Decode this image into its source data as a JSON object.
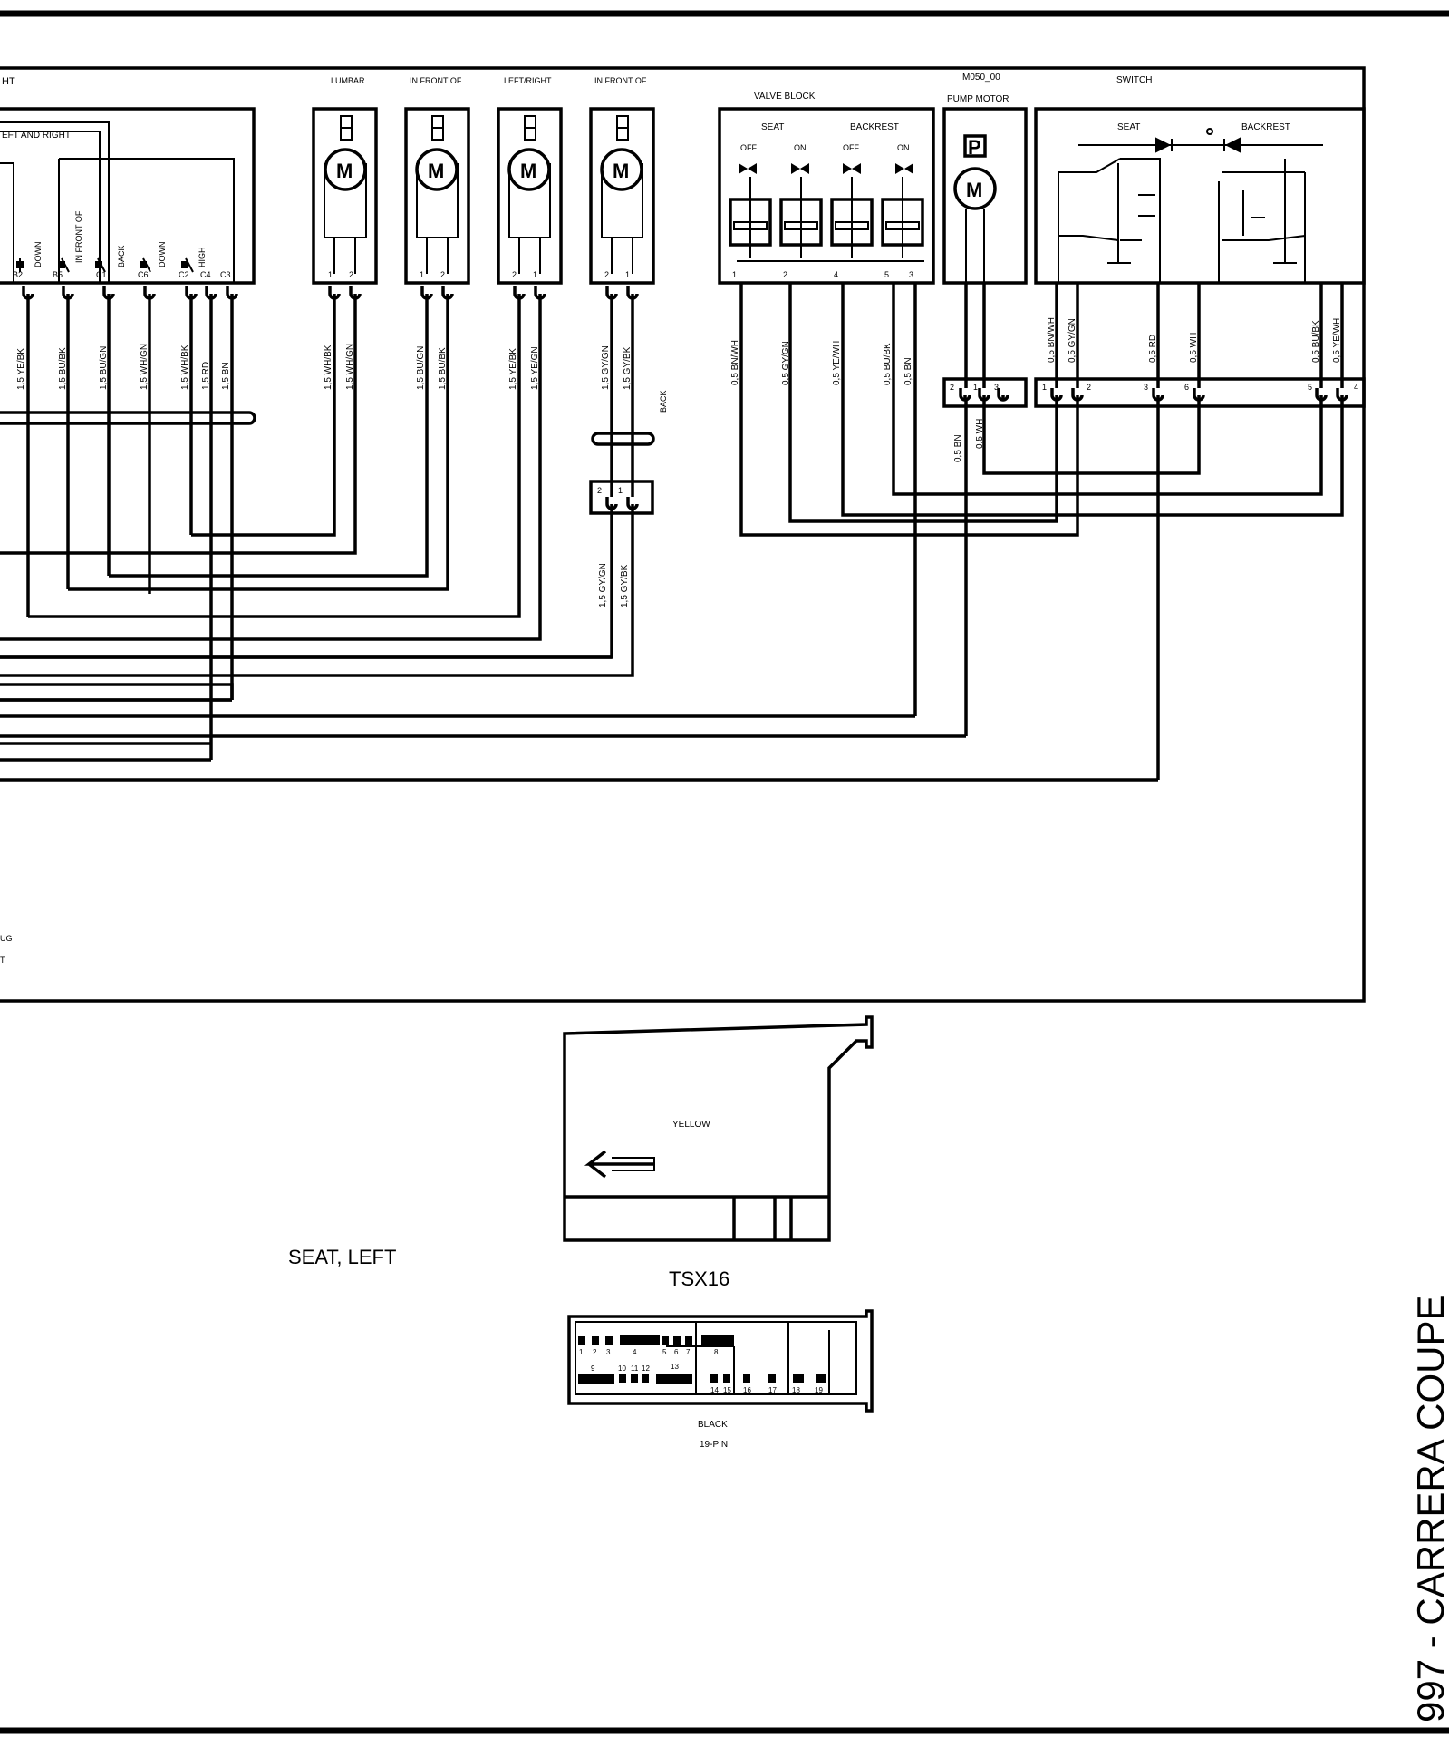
{
  "frame": {
    "top_left_label": "HT"
  },
  "module": {
    "left_and_right_label": "EFT AND RIGHT",
    "switch_labels": [
      "DOWN",
      "IN FRONT OF",
      "BACK",
      "DOWN",
      "HIGH"
    ],
    "pins": [
      "B2",
      "B5",
      "C1",
      "C6",
      "C2",
      "C4",
      "C3"
    ],
    "wires": [
      "1,5 YE/BK",
      "1,5 BU/BK",
      "1,5 BU/GN",
      "1,5 WH/GN",
      "1,5 WH/BK",
      "1,5 RD",
      "1,5 BN"
    ]
  },
  "motors": [
    {
      "title": "LUMBAR",
      "pins": [
        "1",
        "2"
      ],
      "wires": [
        "1,5 WH/BK",
        "1,5 WH/GN"
      ]
    },
    {
      "title": "IN FRONT OF",
      "pins": [
        "1",
        "2"
      ],
      "wires": [
        "1,5 BU/GN",
        "1,5 BU/BK"
      ]
    },
    {
      "title": "LEFT/RIGHT",
      "pins": [
        "2",
        "1"
      ],
      "wires": [
        "1,5 YE/BK",
        "1,5 YE/GN"
      ]
    },
    {
      "title": "IN FRONT OF",
      "pins": [
        "2",
        "1"
      ],
      "wires": [
        "1,5 GY/GN",
        "1,5 GY/BK"
      ]
    }
  ],
  "back_label": "BACK",
  "inline_connector": {
    "pins": [
      "2",
      "1"
    ],
    "wires": [
      "1,5 GY/GN",
      "1,5 GY/BK"
    ]
  },
  "valve_block": {
    "title": "VALVE BLOCK",
    "seat": "SEAT",
    "backrest": "BACKREST",
    "states": [
      "OFF",
      "ON",
      "OFF",
      "ON"
    ],
    "pins": [
      "1",
      "2",
      "4",
      "5",
      "3"
    ],
    "wires": [
      "0,5 BN/WH",
      "0,5 GY/GN",
      "0,5 YE/WH",
      "0,5 BU/BK",
      "0,5 BN"
    ]
  },
  "pump_motor": {
    "code": "M050_00",
    "title": "PUMP MOTOR",
    "pins": [
      "2",
      "1",
      "3"
    ],
    "wires": [
      "0,5 BN",
      "0,5 WH"
    ]
  },
  "switch": {
    "title": "SWITCH",
    "seat": "SEAT",
    "backrest": "BACKREST",
    "pins": [
      "1",
      "2",
      "3",
      "6",
      "5",
      "4"
    ],
    "wires": [
      "0,5 BN/WH",
      "0,5 GY/GN",
      "0,5 RD",
      "0,5 WH",
      "0,5 BU/BK",
      "0,5 YE/WH"
    ]
  },
  "bottom_left_labels": [
    "UG",
    "T"
  ],
  "seat_left_label": "SEAT, LEFT",
  "yellow_connector": {
    "color_label": "YELLOW",
    "code": "TSX16"
  },
  "black_connector": {
    "pin_numbers": [
      "1",
      "2",
      "3",
      "4",
      "5",
      "6",
      "7",
      "8",
      "9",
      "10",
      "11",
      "12",
      "13",
      "14",
      "15",
      "16",
      "17",
      "18",
      "19"
    ],
    "color_label": "BLACK",
    "pin_count": "19-PIN"
  },
  "model_title": "997 - CARRERA COUPE"
}
